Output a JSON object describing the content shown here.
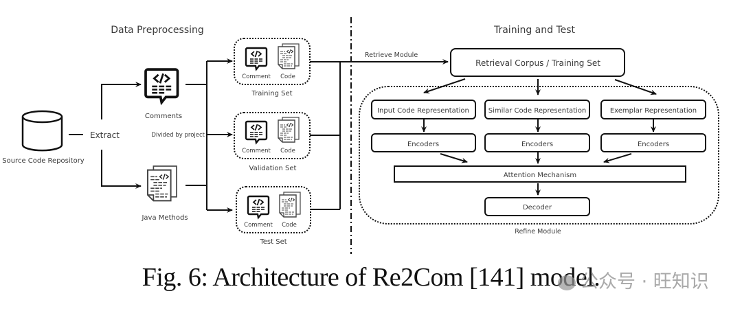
{
  "figure": {
    "caption": "Fig. 6: Architecture of Re2Com [141] model.",
    "watermark": "公众号 · 旺知识"
  },
  "sections": {
    "left_title": "Data Preprocessing",
    "right_title": "Training and Test"
  },
  "preprocessing": {
    "source": "Source Code Repository",
    "extract": "Extract",
    "comments": "Comments",
    "java_methods": "Java Methods",
    "divided_by": "Divided by project",
    "sets": [
      {
        "name": "Training Set",
        "comment": "Comment",
        "code": "Code"
      },
      {
        "name": "Validation Set",
        "comment": "Comment",
        "code": "Code"
      },
      {
        "name": "Test Set",
        "comment": "Comment",
        "code": "Code"
      }
    ]
  },
  "training": {
    "retrieve_module": "Retrieve Module",
    "corpus": "Retrieval Corpus / Training Set",
    "representations": [
      "Input Code Representation",
      "Similar Code Representation",
      "Exemplar Representation"
    ],
    "encoders": [
      "Encoders",
      "Encoders",
      "Encoders"
    ],
    "attention": "Attention Mechanism",
    "decoder": "Decoder",
    "refine_module": "Refine Module"
  }
}
